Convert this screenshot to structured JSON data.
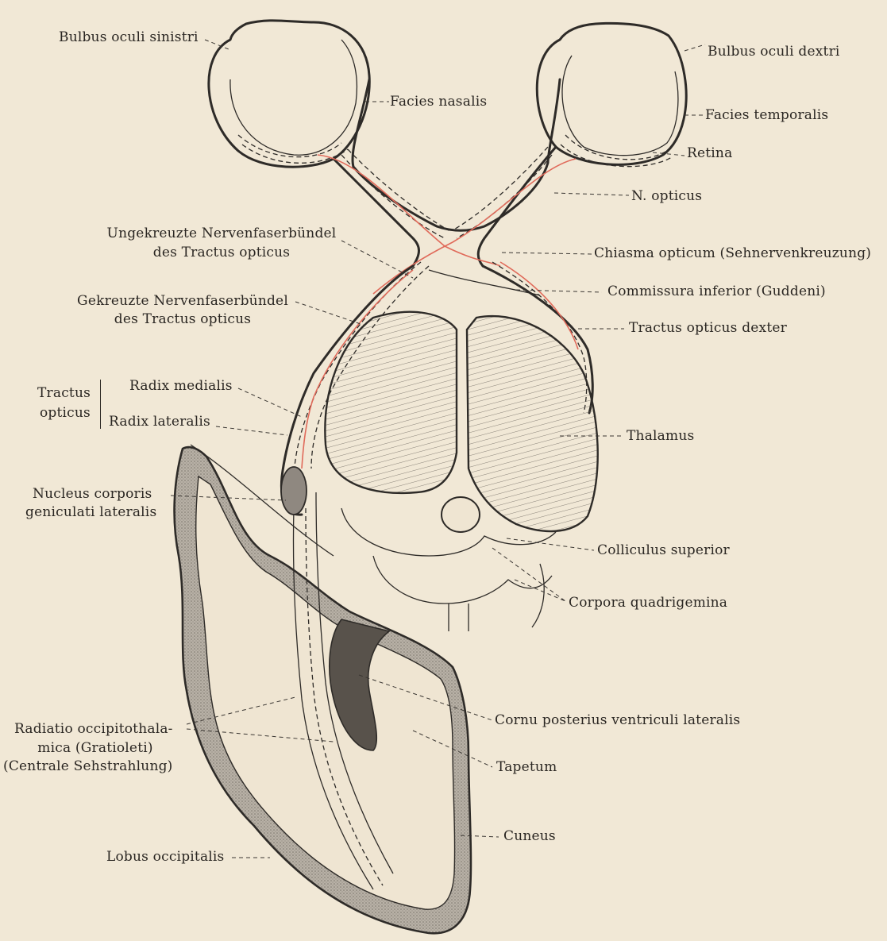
{
  "labels": {
    "bulbus_sinistri": "Bulbus oculi sinistri",
    "bulbus_dextri": "Bulbus oculi dextri",
    "facies_nasalis": "Facies nasalis",
    "facies_temporalis": "Facies temporalis",
    "retina": "Retina",
    "n_opticus": "N. opticus",
    "ungekreuzte_1": "Ungekreuzte Nervenfaserbündel",
    "ungekreuzte_2": "des Tractus opticus",
    "chiasma": "Chiasma opticum (Sehnervenkreuzung)",
    "commissura": "Commissura inferior (Guddeni)",
    "gekreuzte_1": "Gekreuzte Nervenfaserbündel",
    "gekreuzte_2": "des Tractus opticus",
    "tractus_dexter": "Tractus opticus dexter",
    "tractus_1": "Tractus",
    "tractus_2": "opticus",
    "radix_medialis": "Radix medialis",
    "radix_lateralis": "Radix lateralis",
    "thalamus": "Thalamus",
    "nucleus_1": "Nucleus corporis",
    "nucleus_2": "geniculati lateralis",
    "colliculus": "Colliculus superior",
    "corpora": "Corpora quadrigemina",
    "cornu": "Cornu posterius ventriculi lateralis",
    "radiatio_1": "Radiatio occipitothala-",
    "radiatio_2": "mica (Gratioleti)",
    "radiatio_3": "(Centrale Sehstrahlung)",
    "tapetum": "Tapetum",
    "cuneus": "Cuneus",
    "lobus": "Lobus occipitalis"
  },
  "colors": {
    "paper": "#f1e8d6",
    "ink": "#2e2b28",
    "fiber_red": "#e06a5a",
    "cortex_gray": "#a9a39a"
  }
}
